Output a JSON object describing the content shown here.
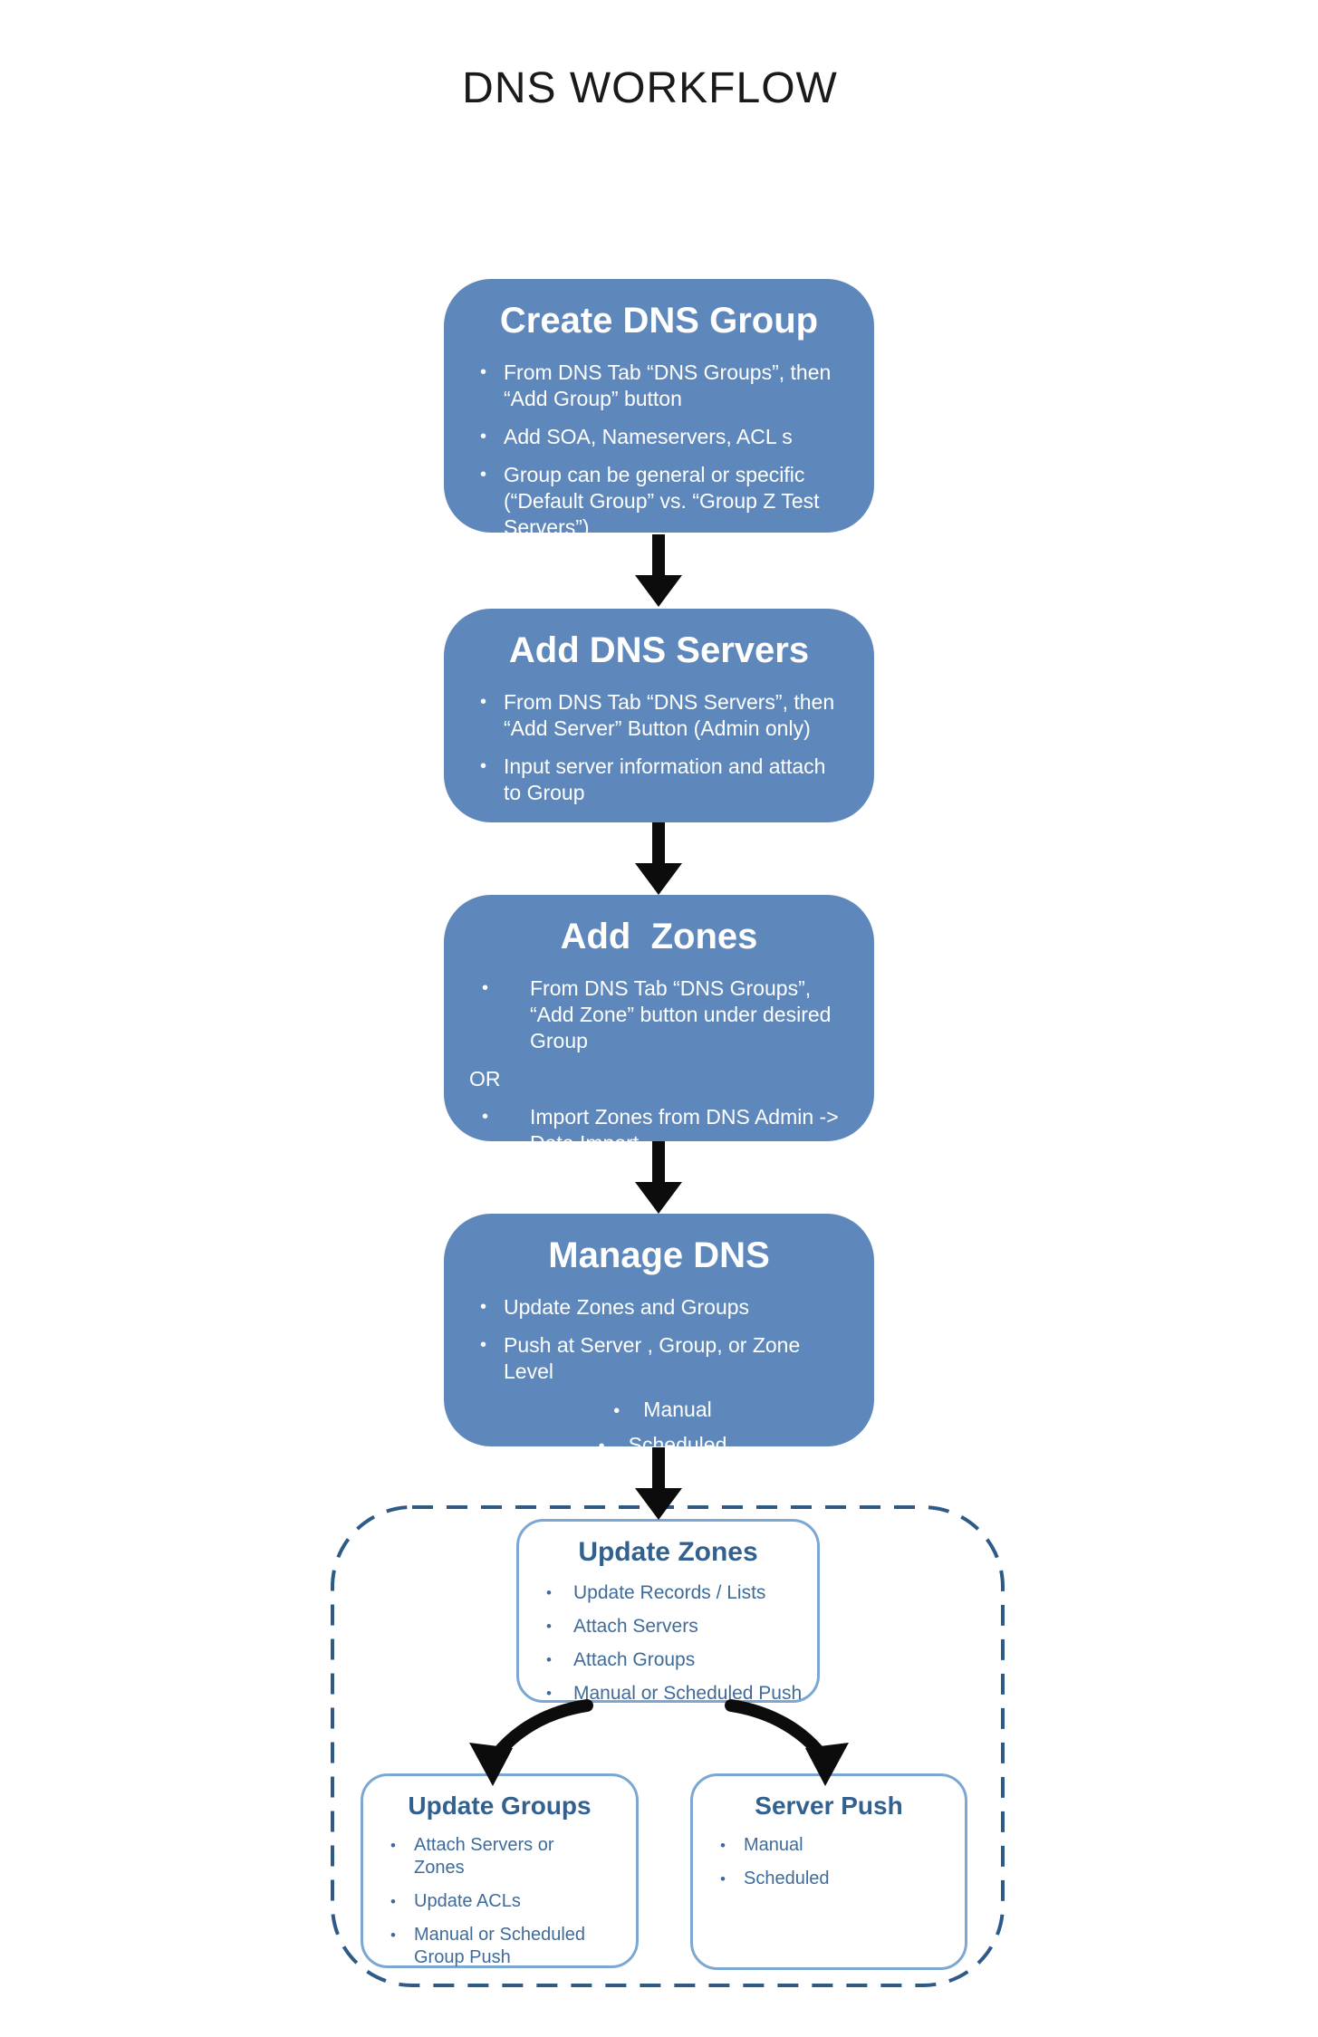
{
  "page": {
    "title": "DNS WORKFLOW",
    "background": "#ffffff"
  },
  "colors": {
    "solid_box_fill": "#5e88bb",
    "solid_box_text": "#ffffff",
    "outline_box_border": "#7ba7d2",
    "outline_box_title": "#33618f",
    "outline_box_text": "#3f6b9a",
    "dashed_container_border": "#2d5a87",
    "arrow": "#0c0c0c",
    "page_title_color": "#1a1a1a"
  },
  "flow": {
    "create_group": {
      "title": "Create DNS Group",
      "bullets": [
        "From DNS Tab “DNS Groups”, then “Add Group” button",
        "Add SOA, Nameservers, ACL s",
        "Group can be general or specific (“Default Group” vs. “Group Z Test Servers”)"
      ]
    },
    "add_servers": {
      "title": "Add DNS Servers",
      "bullets": [
        "From DNS Tab “DNS Servers”, then “Add Server” Button (Admin only)",
        "Input server information and attach to Group"
      ]
    },
    "add_zones": {
      "title": "Add  Zones",
      "bullet_1": "From DNS Tab “DNS Groups”, “Add Zone” button under desired Group",
      "or_label": "OR",
      "bullet_2": "Import Zones from DNS Admin -> Data Import"
    },
    "manage_dns": {
      "title": "Manage DNS",
      "bullets": [
        "Update Zones and Groups",
        "Push at Server , Group, or Zone Level"
      ],
      "sub_bullets": [
        "Manual",
        "Scheduled"
      ]
    },
    "update_zones": {
      "title": "Update Zones",
      "bullets": [
        "Update Records / Lists",
        "Attach Servers",
        "Attach Groups",
        "Manual or Scheduled Push"
      ]
    },
    "update_groups": {
      "title": "Update Groups",
      "bullets": [
        "Attach Servers or Zones",
        "Update ACLs",
        "Manual or Scheduled Group Push"
      ]
    },
    "server_push": {
      "title": "Server Push",
      "bullets": [
        "Manual",
        "Scheduled"
      ]
    }
  }
}
